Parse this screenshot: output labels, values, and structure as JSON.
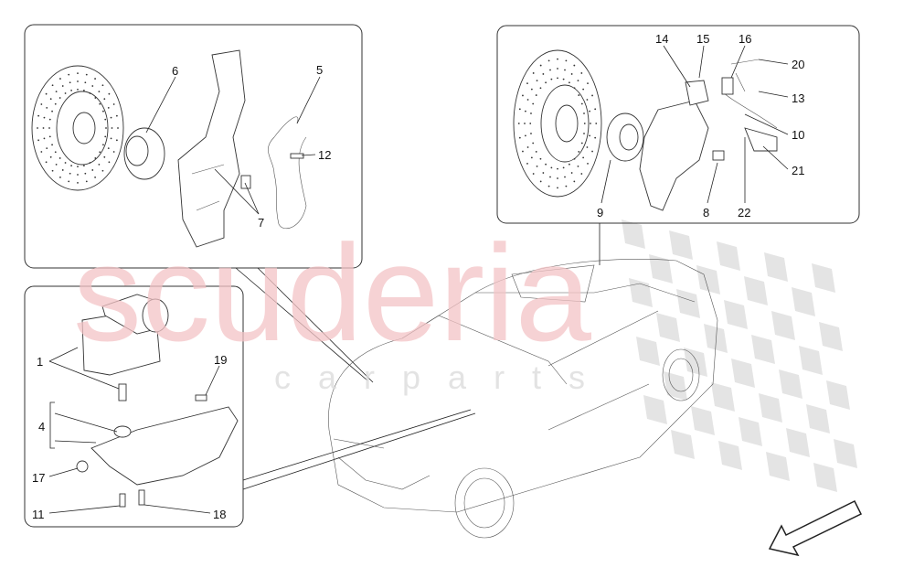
{
  "watermark": {
    "main": "scuderia",
    "sub": "c a r p a r t s",
    "color": "#f4c4c6"
  },
  "callouts": {
    "front_hub": [
      {
        "id": "6",
        "label": "6"
      },
      {
        "id": "5",
        "label": "5"
      },
      {
        "id": "12",
        "label": "12"
      },
      {
        "id": "7",
        "label": "7"
      }
    ],
    "rear_hub": [
      {
        "id": "14",
        "label": "14"
      },
      {
        "id": "15",
        "label": "15"
      },
      {
        "id": "16",
        "label": "16"
      },
      {
        "id": "20",
        "label": "20"
      },
      {
        "id": "13",
        "label": "13"
      },
      {
        "id": "10",
        "label": "10"
      },
      {
        "id": "21",
        "label": "21"
      },
      {
        "id": "9",
        "label": "9"
      },
      {
        "id": "8",
        "label": "8"
      },
      {
        "id": "22",
        "label": "22"
      }
    ],
    "abs_unit": [
      {
        "id": "1",
        "label": "1"
      },
      {
        "id": "19",
        "label": "19"
      },
      {
        "id": "4",
        "label": "4"
      },
      {
        "id": "17",
        "label": "17"
      },
      {
        "id": "11",
        "label": "11"
      },
      {
        "id": "18",
        "label": "18"
      }
    ]
  },
  "direction_arrow": "arrow-down-left-icon"
}
